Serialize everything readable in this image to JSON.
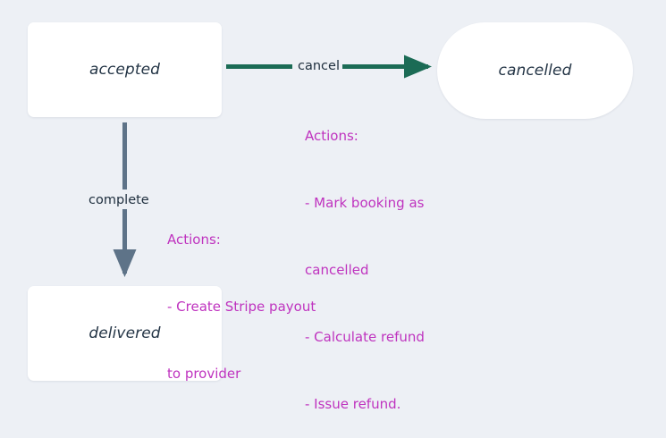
{
  "diagram": {
    "type": "state-machine",
    "background_color": "#edf0f5",
    "nodes": [
      {
        "id": "accepted",
        "label": "accepted",
        "shape": "rounded-rect",
        "fill": "#ffffff",
        "text_color": "#243546"
      },
      {
        "id": "cancelled",
        "label": "cancelled",
        "shape": "pill",
        "fill": "#ffffff",
        "text_color": "#243546"
      },
      {
        "id": "delivered",
        "label": "delivered",
        "shape": "rounded-rect",
        "fill": "#ffffff",
        "text_color": "#243546"
      }
    ],
    "edges": [
      {
        "id": "cancel",
        "from": "accepted",
        "to": "cancelled",
        "label": "cancel",
        "color": "#1b6b55",
        "direction": "right",
        "label_color": "#20303f"
      },
      {
        "id": "complete",
        "from": "accepted",
        "to": "delivered",
        "label": "complete",
        "color": "#5e7388",
        "direction": "down",
        "label_color": "#20303f"
      }
    ],
    "annotations": [
      {
        "id": "actions-cancel",
        "edge": "cancel",
        "color": "#bf33bf",
        "lines": [
          "Actions:",
          "- Mark booking as",
          "cancelled",
          "- Calculate refund",
          "- Issue refund."
        ]
      },
      {
        "id": "actions-complete",
        "edge": "complete",
        "color": "#bf33bf",
        "lines": [
          "Actions:",
          "- Create Stripe payout",
          "to provider"
        ]
      }
    ]
  }
}
